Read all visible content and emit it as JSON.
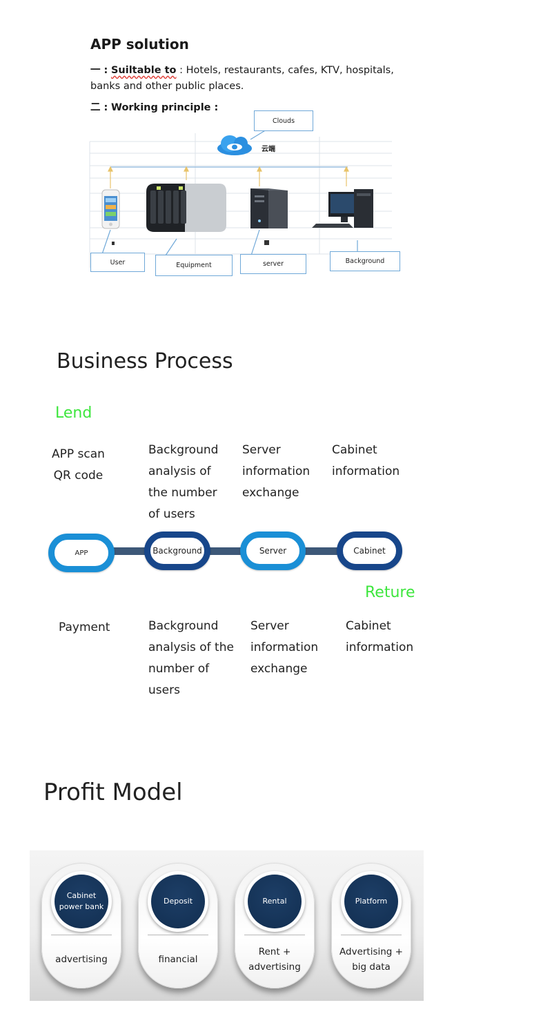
{
  "app_solution": {
    "title": "APP solution",
    "line1_prefix": "一 :",
    "line1_keyword": "Suiltable to",
    "line1_rest": " : Hotels, restaurants, cafes, KTV, hospitals,",
    "line2": "banks and other public places.",
    "line3_prefix": "二 :",
    "line3_keyword": "Working principle :",
    "diagram": {
      "clouds_label": "Clouds",
      "cloud_cn": "云端",
      "nodes": [
        {
          "label": "User",
          "icon": "phone-icon"
        },
        {
          "label": "Equipment",
          "icon": "power-bank-cabinet-icon"
        },
        {
          "label": "server",
          "icon": "server-tower-icon"
        },
        {
          "label": "Background",
          "icon": "desktop-computer-icon"
        }
      ]
    }
  },
  "business_process": {
    "title": "Business Process",
    "lend_label": "Lend",
    "return_label": "Reture",
    "lend_steps": [
      [
        "APP scan",
        "QR code"
      ],
      [
        "Background",
        "analysis of",
        "the number",
        "of users"
      ],
      [
        "Server",
        "information",
        "exchange"
      ],
      [
        "Cabinet",
        "information"
      ]
    ],
    "nodes": [
      "APP",
      "Background",
      "Server",
      "Cabinet"
    ],
    "return_steps": [
      [
        "Payment"
      ],
      [
        "Background",
        "analysis of the",
        "number of",
        "users"
      ],
      [
        "Server",
        "information",
        "exchange"
      ],
      [
        "Cabinet",
        "information"
      ]
    ],
    "colors": {
      "light_ring": "#1a8fd6",
      "dark_ring": "#17468a",
      "connector": "#3d5878",
      "green": "#3ee63e"
    }
  },
  "profit_model": {
    "title": "Profit Model",
    "cards": [
      {
        "circle": [
          "Cabinet",
          "power bank"
        ],
        "text": [
          "advertising"
        ]
      },
      {
        "circle": [
          "Deposit"
        ],
        "text": [
          "financial"
        ]
      },
      {
        "circle": [
          "Rental"
        ],
        "text": [
          "Rent +",
          "advertising"
        ]
      },
      {
        "circle": [
          "Platform"
        ],
        "text": [
          "Advertising +",
          "big data"
        ]
      }
    ],
    "colors": {
      "circle": "#153357"
    }
  }
}
